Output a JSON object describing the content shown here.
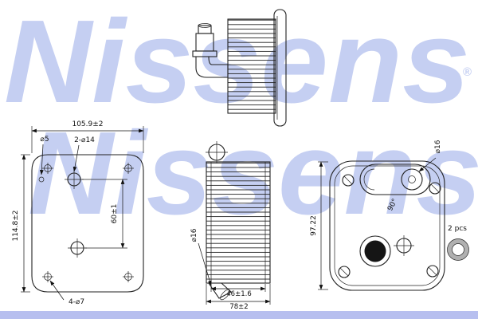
{
  "watermark": {
    "brand": "Nissens",
    "registered": "®"
  },
  "colors": {
    "watermark": "#c5cff2",
    "footer_bar": "#b7bfef",
    "line": "#1a1a1a"
  },
  "dims": {
    "gasket": {
      "width_top": "105.9±2",
      "hole_small": "⌀5",
      "holes_large": "2-⌀14",
      "height_left": "114.8±2",
      "height_inner": "60±1",
      "holes_corner": "4-⌀7"
    },
    "front": {
      "pipe_dia": "⌀16",
      "width_inner": "46±1.6",
      "width_outer": "78±2"
    },
    "end": {
      "height": "97.22",
      "pipe_dia": "⌀16",
      "angle": "90°",
      "oring_qty": "2 pcs"
    }
  }
}
